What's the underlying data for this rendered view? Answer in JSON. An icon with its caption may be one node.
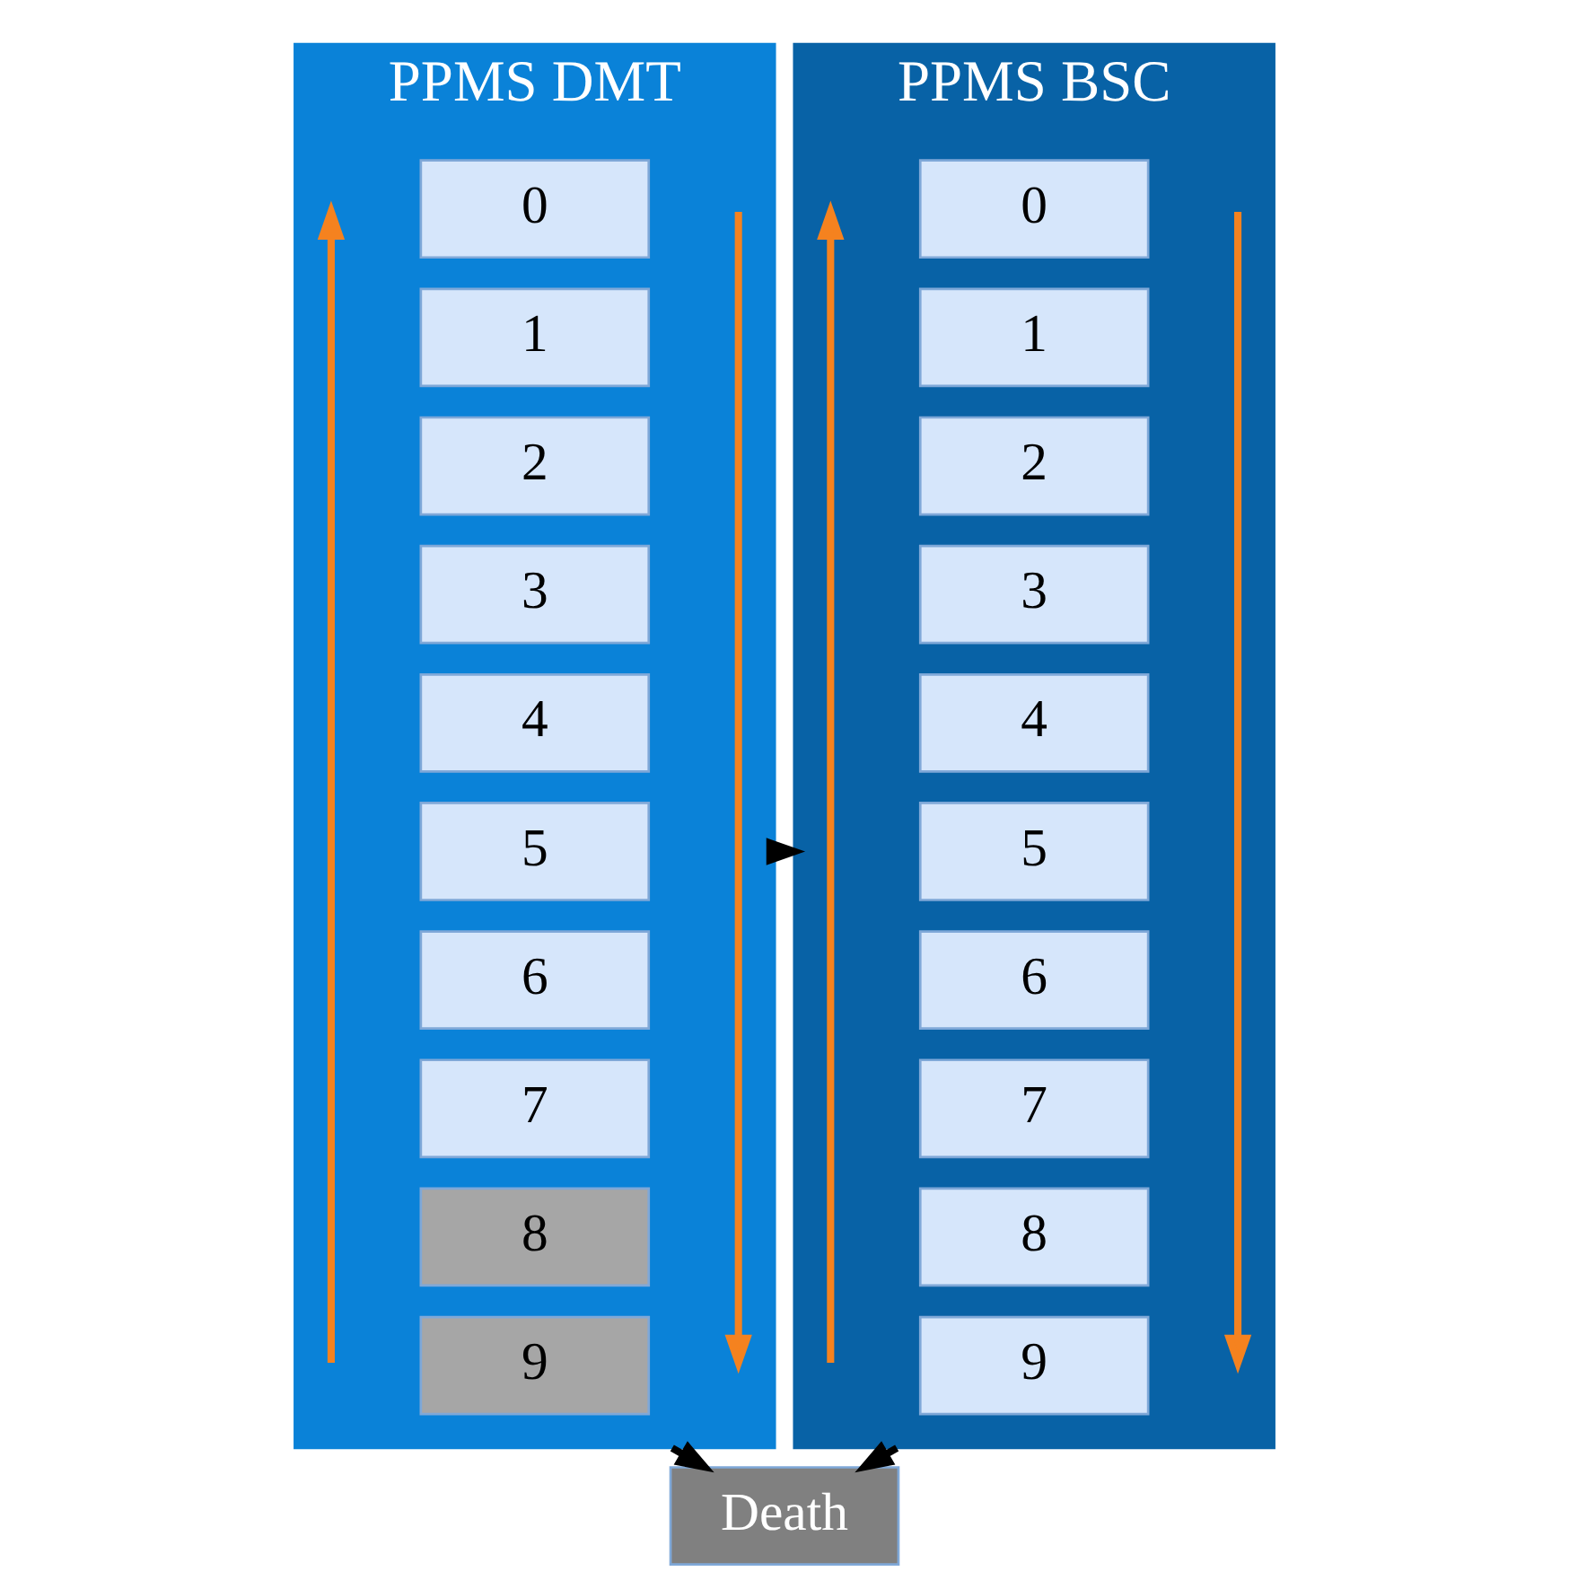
{
  "diagram": {
    "nodes": [
      {
        "text": [
          "PPMS DMT"
        ]
      },
      {
        "text": [
          "0"
        ],
        "in": 0
      },
      {
        "text": [
          "1"
        ],
        "in": 0
      },
      {
        "text": [
          "2"
        ],
        "in": 0
      },
      {
        "text": [
          "3"
        ],
        "in": 0
      },
      {
        "text": [
          "4"
        ],
        "in": 0
      },
      {
        "text": [
          "5"
        ],
        "in": 0
      },
      {
        "text": [
          "6"
        ],
        "in": 0
      },
      {
        "text": [
          "7"
        ],
        "in": 0
      },
      {
        "text": [
          "8"
        ],
        "in": 0
      },
      {
        "text": [
          "9"
        ],
        "in": 0
      },
      {
        "text": [
          "PPMS BSC"
        ]
      },
      {
        "text": [
          "0"
        ],
        "in": 11
      },
      {
        "text": [
          "1"
        ],
        "in": 11
      },
      {
        "text": [
          "2"
        ],
        "in": 11
      },
      {
        "text": [
          "3"
        ],
        "in": 11
      },
      {
        "text": [
          "4"
        ],
        "in": 11
      },
      {
        "text": [
          "5"
        ],
        "in": 11
      },
      {
        "text": [
          "6"
        ],
        "in": 11
      },
      {
        "text": [
          "7"
        ],
        "in": 11
      },
      {
        "text": [
          "8"
        ],
        "in": 11
      },
      {
        "text": [
          "9"
        ],
        "in": 11
      },
      {
        "text": [
          "Death"
        ]
      }
    ],
    "edges": [
      {
        "from": 0,
        "to": 11,
        "arrow": "to"
      },
      {
        "from": 0,
        "to": 22,
        "arrow": "to"
      },
      {
        "from": 11,
        "to": 22,
        "arrow": "to"
      }
    ]
  }
}
